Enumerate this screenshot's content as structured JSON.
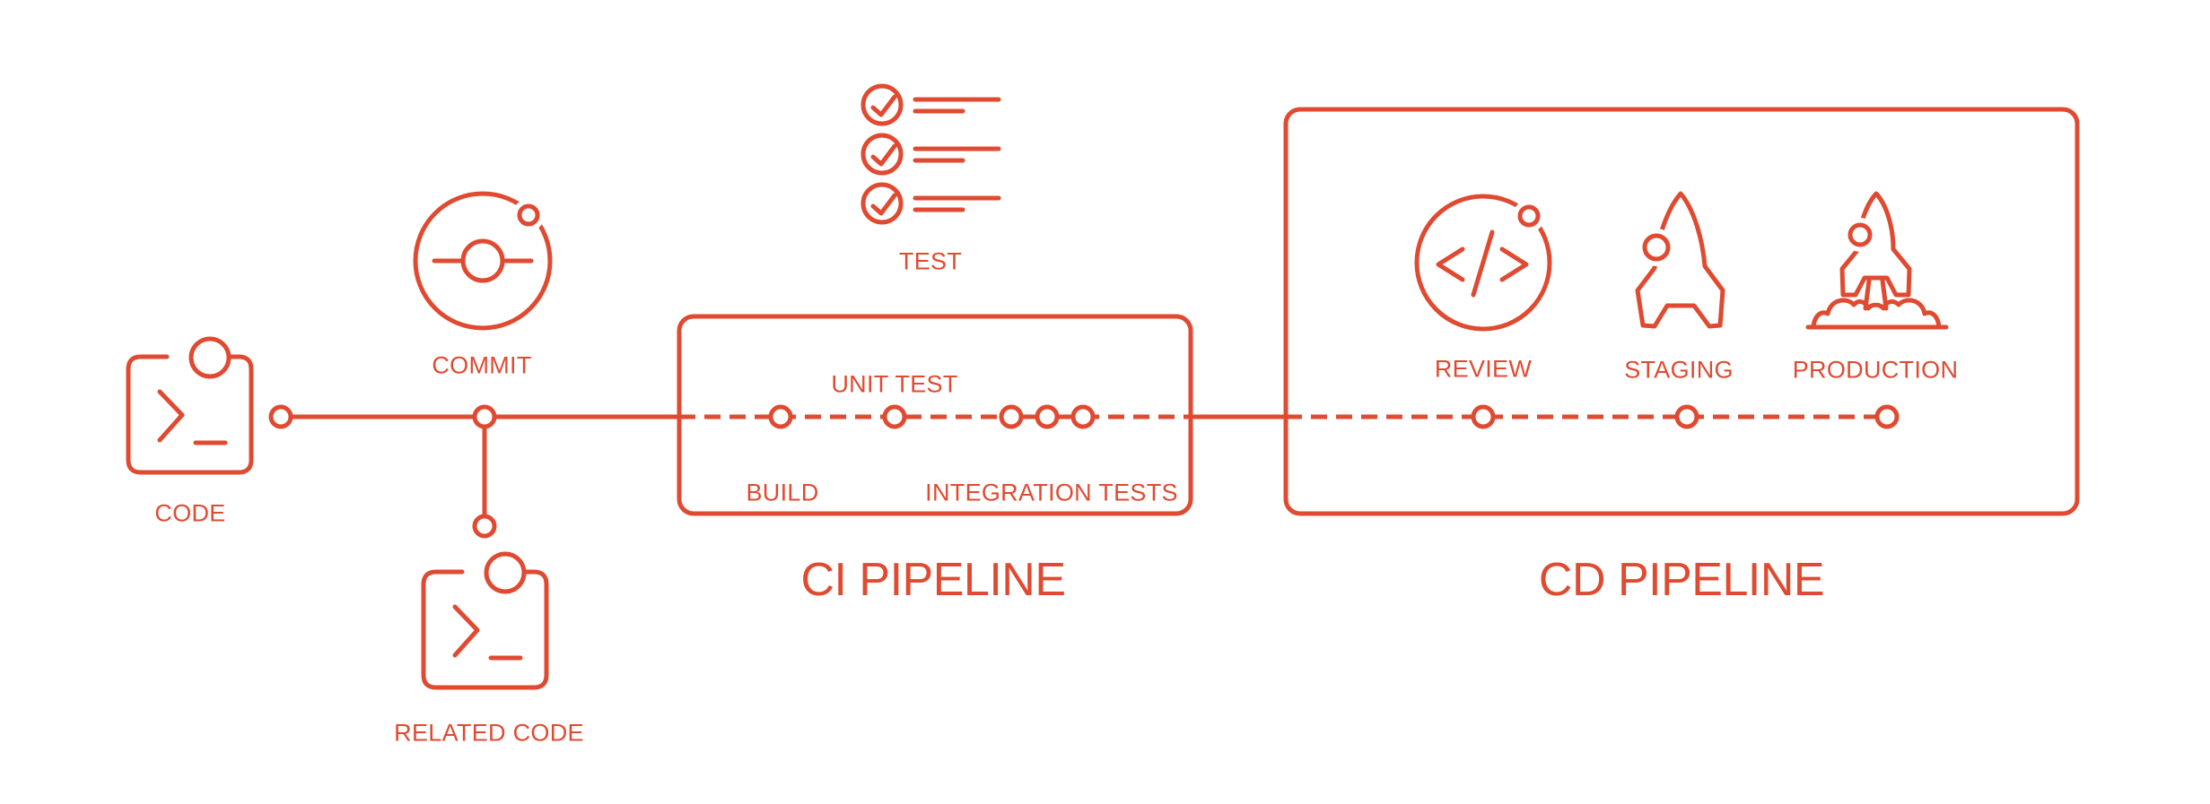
{
  "accent_color": "#E04A31",
  "background_color": "#FFFFFF",
  "stages": {
    "code": "CODE",
    "commit": "COMMIT",
    "related_code": "RELATED CODE",
    "test": "TEST",
    "build": "BUILD",
    "unit_test": "UNIT TEST",
    "integration_tests": "INTEGRATION TESTS",
    "review": "REVIEW",
    "staging": "STAGING",
    "production": "PRODUCTION"
  },
  "sections": {
    "ci": "CI PIPELINE",
    "cd": "CD PIPELINE"
  },
  "icons": {
    "code": "terminal-icon",
    "commit": "commit-node-icon",
    "related_code": "terminal-icon",
    "test": "checklist-icon",
    "review": "code-review-icon",
    "staging": "rocket-icon",
    "production": "rocket-launch-icon"
  }
}
